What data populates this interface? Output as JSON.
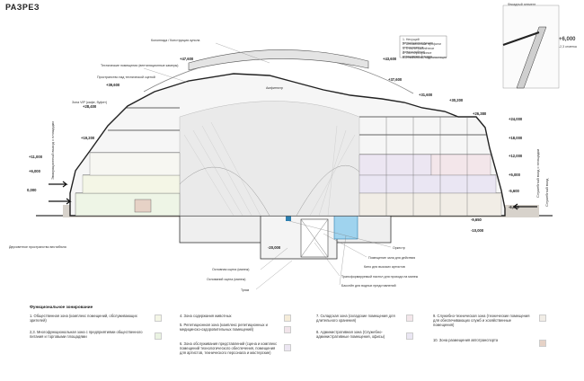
{
  "title": "РАЗРЕЗ",
  "labels": {
    "roof": "Колоннада / Конструкция купола",
    "tech_room": "Технические помещения (вентиляционные камеры)",
    "tech_space": "Пространство над технической сценой",
    "ampitheatre": "Амфитеатр",
    "vip_zone": "Зона VIP (кафе, буфет)",
    "double_height": "Двухсветное пространство вестибюля",
    "orchestra": "Оркестр",
    "actor_pit": "Помещение зала для действия",
    "sound_pit": "Кино для высоких артистов",
    "transform": "Трансформируемый настил для прохода на манеж",
    "water_pool": "Бассейн для водных представлений",
    "stage_ring": "Основная сцена (манеж)",
    "arena_base": "Оснований сцена (манеж)",
    "trap": "Трюм",
    "left_stair": "Двухсветное пространство",
    "right_vert": "Служебный вход с площадки",
    "right_vert2": "Служебный вход",
    "left_vert": "Эвакуационный выход с площадки"
  },
  "elevations": {
    "e47": "+47,600",
    "e43": "+43,600",
    "e39": "+39,600",
    "e37": "+37,600",
    "e31": "+31,600",
    "e30": "+30,200",
    "e28": "+28,400",
    "e26": "+26,380",
    "e24": "+24,000",
    "e19": "+19,200",
    "e18": "+18,000",
    "e12": "+12,000",
    "e11": "+11,000",
    "e6": "+6,000",
    "e5": "+5,000",
    "e0": "0,000",
    "em5": "-5,600",
    "em6": "-6,000",
    "em10": "-10,000",
    "em20": "-20,000",
    "em9": "-9,650",
    "r60": "+6,000"
  },
  "detail": {
    "caption": "Фасадный элемент",
    "lines": [
      "1. Несущий металлоконструкции",
      "2. Алюминиевые профили стеклопакетов",
      "3. Стекло закалённое (многослойное)",
      "4. Светопрозрачное ограждение фасада",
      "5. Утеплитель, гидроизоляция"
    ],
    "value": "+6,000",
    "sub": "-2,3 отметка"
  },
  "legend": {
    "title": "Функциональное зонирование",
    "items": [
      {
        "text": "1. Общественная зона (комплекс помещений, обслуживающих зрителей)",
        "color": "#f4f6e6"
      },
      {
        "text": "2,3. Многофункциональная зона с предприятиями общественного питания и торговыми площадями",
        "color": "#eaf3e2"
      },
      {
        "text": "4. Зона содержания животных",
        "color": "#f5ecd9"
      },
      {
        "text": "5. Репетиционная зона (комплекс репетиционных и медицинско-оздоровительных помещений)",
        "color": "#f1e4ea"
      },
      {
        "text": "6. Зона обслуживания представлений (сцена и комплекс помещений технологического обеспечения, помещения для артистов, технического персонала и мастерские)",
        "color": "#ece6f2"
      },
      {
        "text": "7. Складская зона (складские помещения для длительного хранения)",
        "color": "#f3e6ea"
      },
      {
        "text": "8. Административная зона (Служебно-административные помещения, офисы)",
        "color": "#eae6f3"
      },
      {
        "text": "9. Служебно-техническая зона (технические помещения для обеспечивающих служб и хозяйственные помещения)",
        "color": "#f1ede6"
      },
      {
        "text": "10. Зона размещения автотранспорта",
        "color": "#e6d2c6"
      }
    ]
  }
}
